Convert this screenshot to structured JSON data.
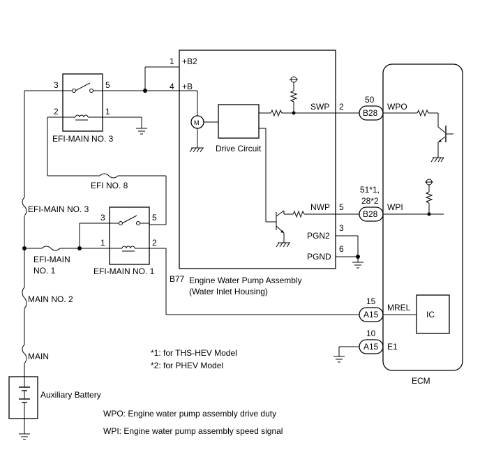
{
  "connectors": {
    "b2_pin": "1",
    "b2_name": "+B2",
    "b_pin": "4",
    "b_name": "+B",
    "swp_name": "SWP",
    "swp_pin": "2",
    "nwp_name": "NWP",
    "nwp_pin": "5",
    "pgn2_name": "PGN2",
    "pgn2_pin": "3",
    "pgnd_name": "PGND",
    "pgnd_pin": "6",
    "b28_top_pin": "50",
    "b28_top_label": "B28",
    "b28_bottom_pin_a": "51*1,",
    "b28_bottom_pin_b": "28*2",
    "b28_bottom_label": "B28",
    "a15_top_pin": "15",
    "a15_top_label": "A15",
    "a15_bottom_pin": "10",
    "a15_bottom_label": "A15",
    "b77_label": "B77"
  },
  "relays": {
    "efi_main3_pin3": "3",
    "efi_main3_pin5": "5",
    "efi_main3_pin2": "2",
    "efi_main3_pin1": "1",
    "efi_main3_name": "EFI-MAIN NO. 3",
    "efi_main1_pin3": "3",
    "efi_main1_pin5": "5",
    "efi_main1_pin1": "1",
    "efi_main1_pin2": "2",
    "efi_main1_name": "EFI-MAIN NO. 1"
  },
  "fuses": {
    "efi8": "EFI NO. 8",
    "efi_main3": "EFI-MAIN NO. 3",
    "efi_main1_a": "EFI-MAIN",
    "efi_main1_b": "NO. 1",
    "main2": "MAIN NO. 2",
    "main": "MAIN"
  },
  "components": {
    "pump_motor": "M",
    "drive_circuit": "Drive Circuit",
    "pump_name_a": "Engine Water Pump Assembly",
    "pump_name_b": "(Water Inlet Housing)",
    "ecm": "ECM",
    "ic": "IC",
    "battery": "Auxiliary Battery"
  },
  "ecm_signals": {
    "wpo": "WPO",
    "wpi": "WPI",
    "mrel": "MREL",
    "e1": "E1"
  },
  "notes": {
    "n1": "*1: for THS-HEV Model",
    "n2": "*2: for PHEV Model",
    "wpo_desc": "WPO: Engine water pump assembly drive duty",
    "wpi_desc": "WPI: Engine water pump assembly speed signal"
  }
}
